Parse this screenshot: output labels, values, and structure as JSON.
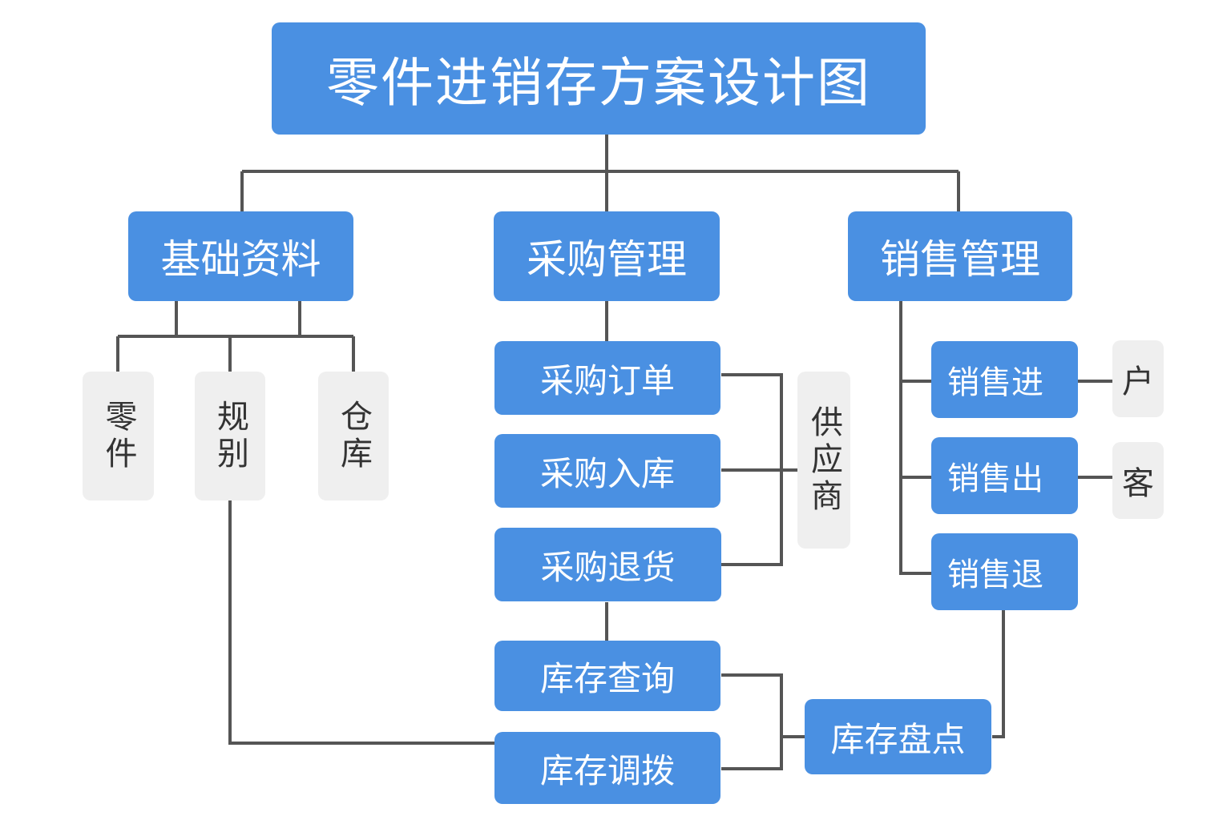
{
  "title": "零件进销存方案设计图",
  "level2": {
    "basic": "基础资料",
    "purchase": "采购管理",
    "sales": "销售管理"
  },
  "basic_items": {
    "part": "零件",
    "spec": "规别",
    "warehouse": "仓库"
  },
  "purchase_items": {
    "order": "采购订单",
    "inbound": "采购入库",
    "return": "采购退货"
  },
  "supplier": "供应商",
  "inventory_items": {
    "query": "库存查询",
    "transfer": "库存调拨",
    "stocktake": "库存盘点"
  },
  "sales_items": {
    "order": "销售进",
    "outbound": "销售出",
    "return": "销售退"
  },
  "customer": {
    "part1": "户",
    "part2": "客"
  },
  "colors": {
    "node_fill": "#4a90e2",
    "leaf_fill": "#efefef",
    "connector": "#555555"
  }
}
